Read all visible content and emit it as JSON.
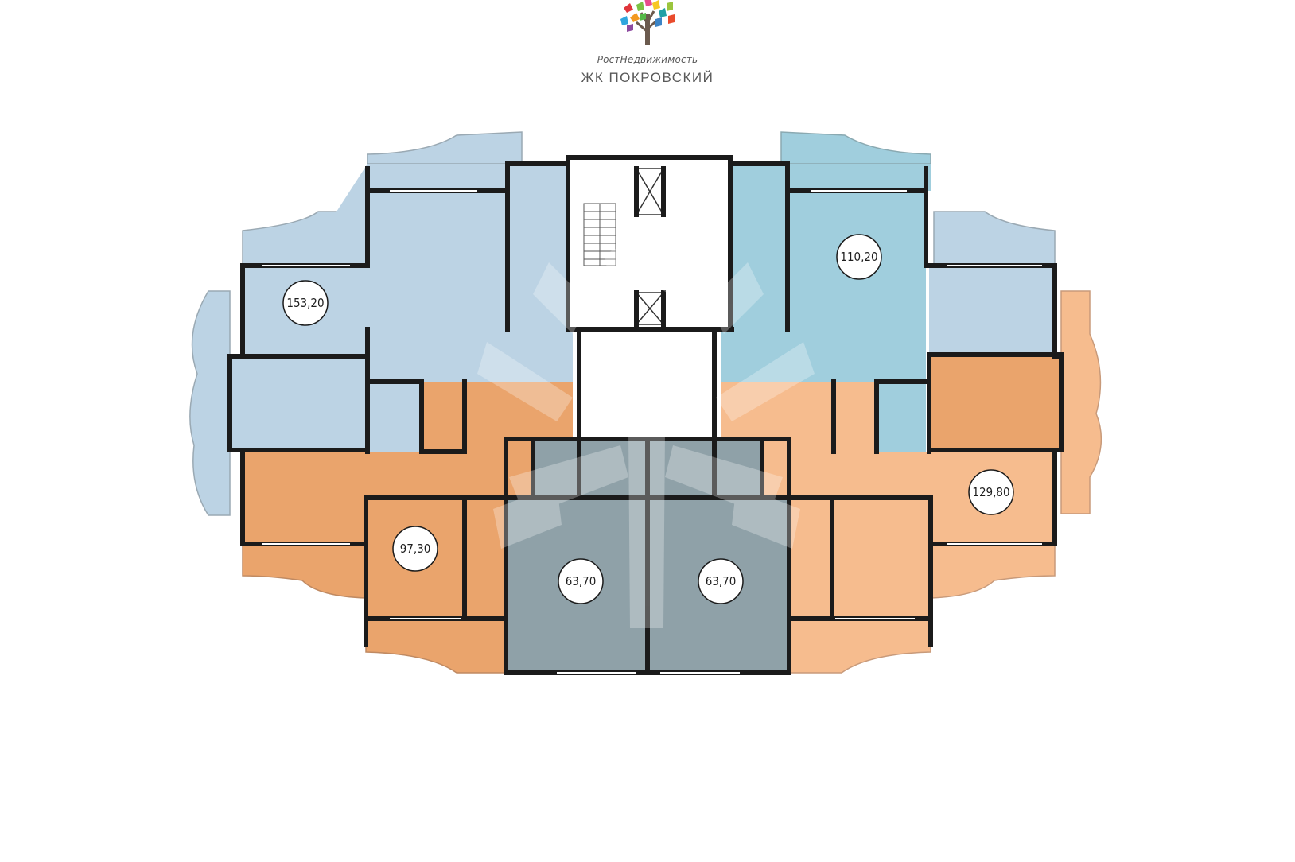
{
  "header": {
    "company": "РостНедвижимость",
    "project": "ЖК ПОКРОВСКИЙ"
  },
  "colors": {
    "blue_light": "#bcd3e4",
    "blue_teal": "#a0cedd",
    "orange_dark": "#eaa46c",
    "orange_light": "#f6bc8e",
    "grey": "#8fa1a8",
    "wall": "#1b1b1b"
  },
  "apartments": [
    {
      "id": "apt-153",
      "area": "153,20",
      "color": "blue_light"
    },
    {
      "id": "apt-110",
      "area": "110,20",
      "color": "blue_teal"
    },
    {
      "id": "apt-97",
      "area": "97,30",
      "color": "orange_dark"
    },
    {
      "id": "apt-129",
      "area": "129,80",
      "color": "orange_light"
    },
    {
      "id": "apt-63-left",
      "area": "63,70",
      "color": "grey"
    },
    {
      "id": "apt-63-right",
      "area": "63,70",
      "color": "grey"
    }
  ]
}
